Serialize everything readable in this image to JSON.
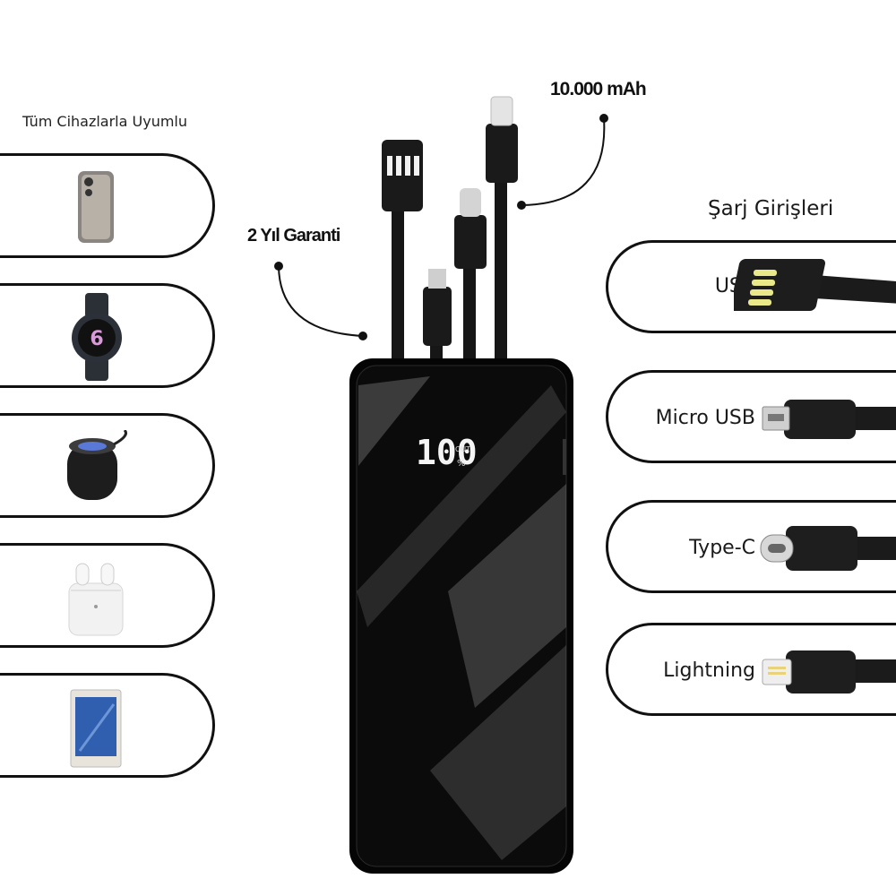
{
  "left_panel": {
    "title": "Tüm Cihazlarla Uyumlu",
    "devices": [
      {
        "icon": "smartphone-icon"
      },
      {
        "icon": "smartwatch-icon"
      },
      {
        "icon": "speaker-icon"
      },
      {
        "icon": "earbuds-icon"
      },
      {
        "icon": "tablet-icon"
      }
    ]
  },
  "callouts": {
    "warranty": "2 Yıl Garanti",
    "capacity": "10.000 mAh"
  },
  "powerbank": {
    "display_value": "100",
    "display_suffix": "%",
    "display_tag": "OUT"
  },
  "right_panel": {
    "title": "Şarj Girişleri",
    "ports": [
      {
        "label": "USB",
        "icon": "usb-connector-icon"
      },
      {
        "label": "Micro USB",
        "icon": "micro-usb-connector-icon"
      },
      {
        "label": "Type-C",
        "icon": "type-c-connector-icon"
      },
      {
        "label": "Lightning",
        "icon": "lightning-connector-icon"
      }
    ]
  },
  "colors": {
    "outline": "#111111",
    "device_body": "#050505",
    "display_digits": "#f4f4f4",
    "background": "#ffffff"
  }
}
